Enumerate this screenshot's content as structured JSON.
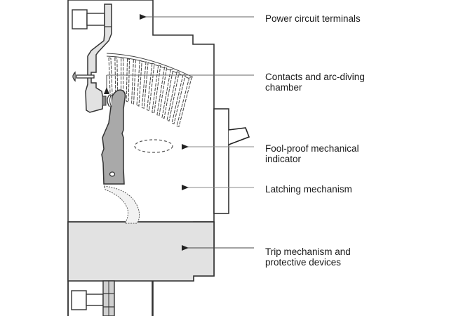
{
  "title": "Circuit breaker cross-section",
  "colors": {
    "outline": "#333333",
    "fill_gray": "#a9a9a9",
    "fill_light": "#e2e2e2",
    "leader_line": "#666666",
    "text": "#1a1a1a"
  },
  "callouts": [
    {
      "id": "power-circuit-terminals",
      "label": "Power circuit terminals"
    },
    {
      "id": "contacts-arc-chamber",
      "label": "Contacts and arc-diving\nchamber"
    },
    {
      "id": "mechanical-indicator",
      "label": "Fool-proof mechanical\nindicator"
    },
    {
      "id": "latching-mechanism",
      "label": "Latching mechanism"
    },
    {
      "id": "trip-mechanism",
      "label": "Trip mechanism and\nprotective devices"
    }
  ]
}
